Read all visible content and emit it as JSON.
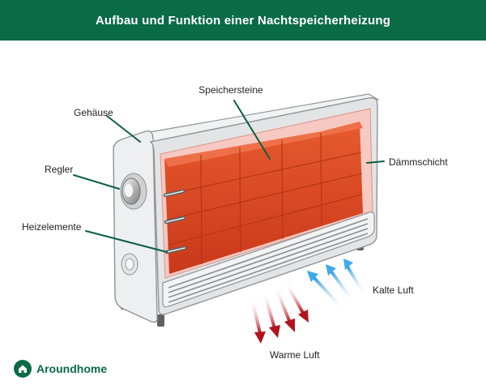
{
  "title": "Aufbau und Funktion einer Nachtspeicherheizung",
  "labels": {
    "speichersteine": "Speichersteine",
    "gehaeuse": "Gehäuse",
    "regler": "Regler",
    "daemmschicht": "Dämmschicht",
    "heizelemente": "Heizelemente",
    "kalte_luft": "Kalte Luft",
    "warme_luft": "Warme Luft"
  },
  "brand": {
    "prefix": "Around",
    "suffix": "home"
  },
  "colors": {
    "header": "#0b6b47",
    "brick": "#e04a22",
    "insulation": "#f6c9c2",
    "warm_air": "#b3121f",
    "cold_air": "#3fa9e8",
    "leader_line": "#0b5e43"
  }
}
